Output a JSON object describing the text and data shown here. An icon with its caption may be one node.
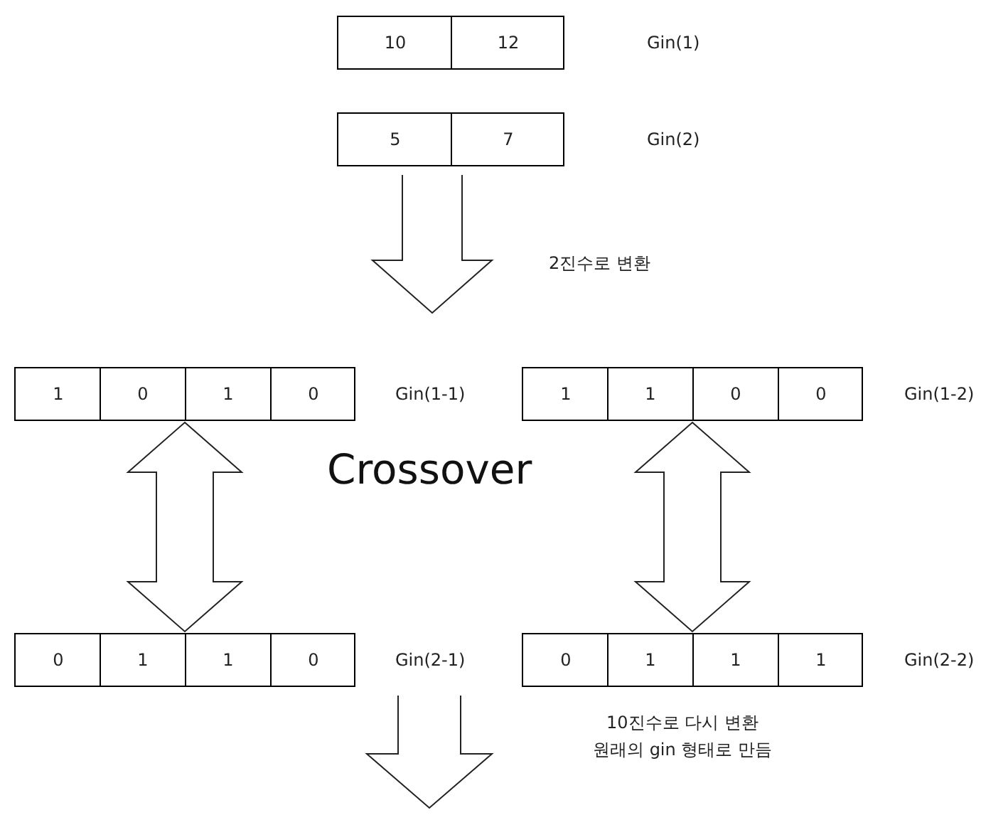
{
  "diagram": {
    "nodes": [
      {
        "text": [],
        "shape": "box"
      },
      {
        "text": [
          "10"
        ],
        "in": 0
      },
      {
        "text": [
          "12"
        ],
        "in": 0
      },
      {
        "text": [],
        "shape": "box"
      },
      {
        "text": [
          "5"
        ],
        "in": 3
      },
      {
        "text": [
          "7"
        ],
        "in": 3
      },
      {
        "text": [],
        "shape": "box"
      },
      {
        "text": [
          "1"
        ],
        "in": 6
      },
      {
        "text": [
          "0"
        ],
        "in": 6
      },
      {
        "text": [
          "1"
        ],
        "in": 6
      },
      {
        "text": [
          "0"
        ],
        "in": 6
      },
      {
        "text": [],
        "shape": "box"
      },
      {
        "text": [
          "1"
        ],
        "in": 11
      },
      {
        "text": [
          "1"
        ],
        "in": 11
      },
      {
        "text": [
          "0"
        ],
        "in": 11
      },
      {
        "text": [
          "0"
        ],
        "in": 11
      },
      {
        "text": [],
        "shape": "box"
      },
      {
        "text": [
          "0"
        ],
        "in": 16
      },
      {
        "text": [
          "1"
        ],
        "in": 16
      },
      {
        "text": [
          "1"
        ],
        "in": 16
      },
      {
        "text": [
          "0"
        ],
        "in": 16
      },
      {
        "text": [],
        "shape": "box"
      },
      {
        "text": [
          "0"
        ],
        "in": 21
      },
      {
        "text": [
          "1"
        ],
        "in": 21
      },
      {
        "text": [
          "1"
        ],
        "in": 21
      },
      {
        "text": [
          "1"
        ],
        "in": 21
      }
    ],
    "edges": [
      {
        "from": 3,
        "to": null,
        "arrow": "to"
      },
      {
        "from": 6,
        "to": 16,
        "arrow": "both"
      },
      {
        "from": 11,
        "to": 21,
        "arrow": "both"
      },
      {
        "from": 16,
        "to": null,
        "arrow": "to"
      }
    ],
    "labels": [
      "Gin(1)",
      "Gin(2)",
      "2진수로 변환",
      "Gin(1-1)",
      "Gin(1-2)",
      "Crossover",
      "Gin(2-1)",
      "Gin(2-2)",
      "10진수로 다시 변환",
      "원래의 gin 형태로 만듬"
    ]
  }
}
